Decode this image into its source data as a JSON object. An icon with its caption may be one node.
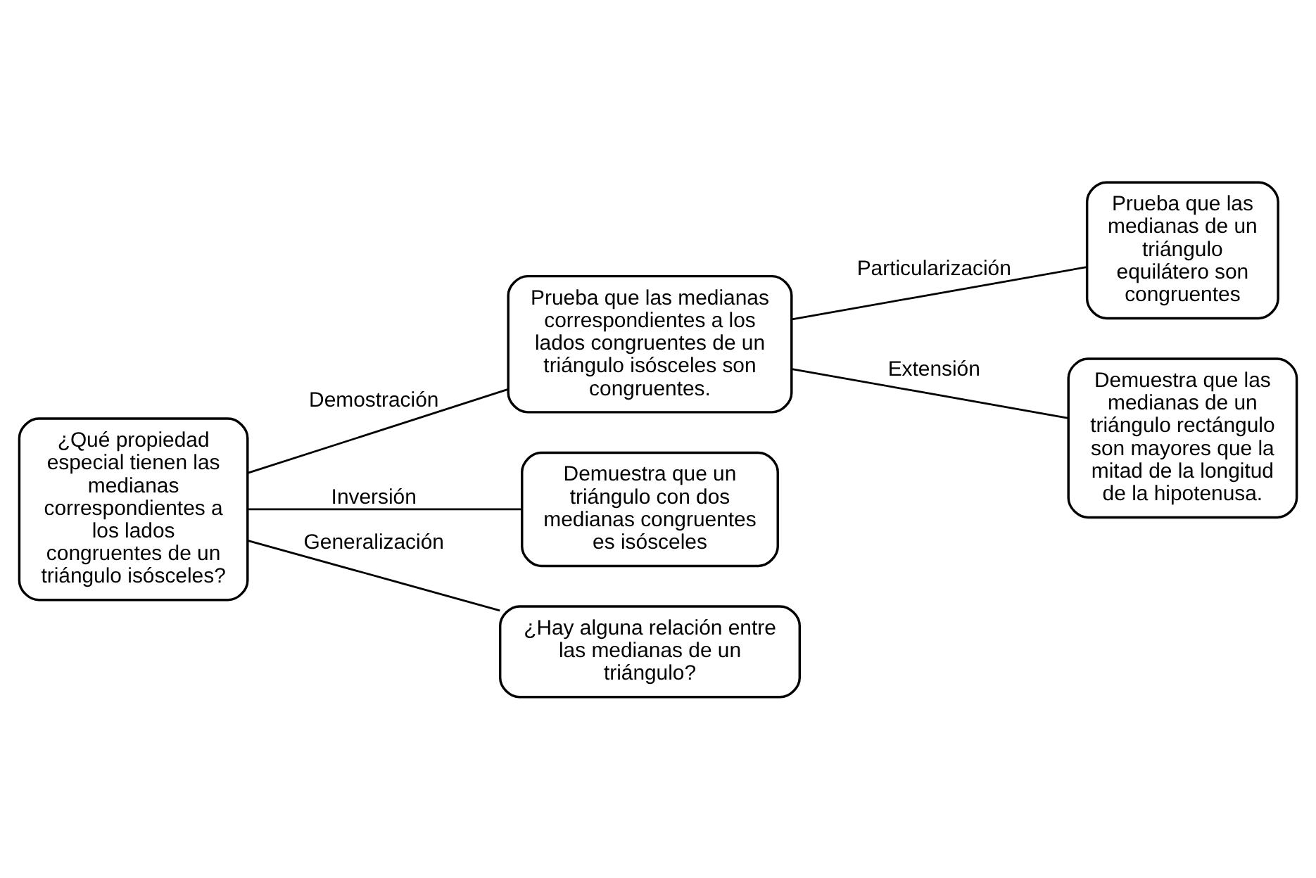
{
  "diagram": {
    "nodes": [
      {
        "text": [
          "¿Qué propiedad especial tienen las medianas correspondientes a los lados congruentes de un triángulo isósceles?"
        ]
      },
      {
        "text": [
          "Prueba que las medianas correspondientes a los lados congruentes de un triángulo isósceles son congruentes."
        ]
      },
      {
        "text": [
          "Demuestra que un triángulo con dos medianas congruentes es isósceles"
        ]
      },
      {
        "text": [
          "¿Hay alguna relación entre las medianas de un triángulo?"
        ]
      },
      {
        "text": [
          "Prueba que las medianas de un triángulo equilátero son congruentes"
        ]
      },
      {
        "text": [
          "Demuestra que las medianas de un triángulo rectángulo son mayores que la mitad de la longitud de la hipotenusa."
        ]
      }
    ],
    "edges": [
      {
        "from": 0,
        "to": 1,
        "arrow": "none",
        "label": "Demostración"
      },
      {
        "from": 0,
        "to": 2,
        "arrow": "none",
        "label": "Inversión"
      },
      {
        "from": 0,
        "to": 3,
        "arrow": "none",
        "label": "Generalización"
      },
      {
        "from": 1,
        "to": 4,
        "arrow": "none",
        "label": "Particularización"
      },
      {
        "from": 1,
        "to": 5,
        "arrow": "none",
        "label": "Extensión"
      }
    ]
  }
}
